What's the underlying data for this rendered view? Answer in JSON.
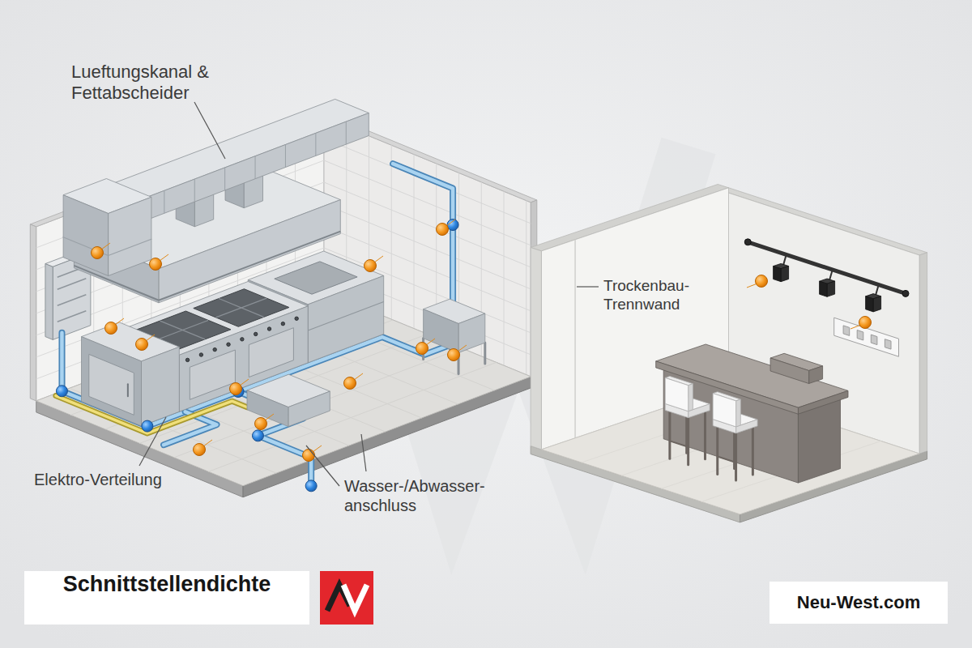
{
  "diagram": {
    "nodes": [
      {
        "text": [
          "Schnittstellendichte"
        ]
      },
      {
        "text": [
          "Neu-West.com"
        ]
      }
    ],
    "labels": [
      "Lueftungskanal & Fettabscheider",
      "Trockenbau-Trennwand",
      "Elektro-Verteilung",
      "Wasser-/Abwasser- anschluss"
    ]
  }
}
